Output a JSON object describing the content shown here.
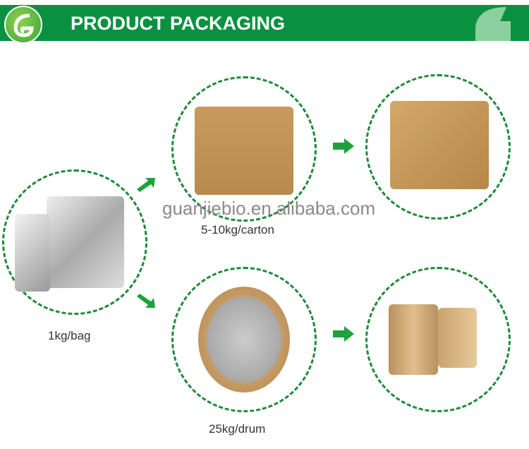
{
  "header": {
    "title": "PRODUCT PACKAGING",
    "color": "#0a9140"
  },
  "items": [
    {
      "label": "1kg/bag"
    },
    {
      "label": "5-10kg/carton"
    },
    {
      "label": "25kg/drum"
    }
  ],
  "watermark": "guanjiebio.en.alibaba.com",
  "icons": {
    "arrow": "green-arrow-icon",
    "logo": "leaf-g-logo"
  }
}
